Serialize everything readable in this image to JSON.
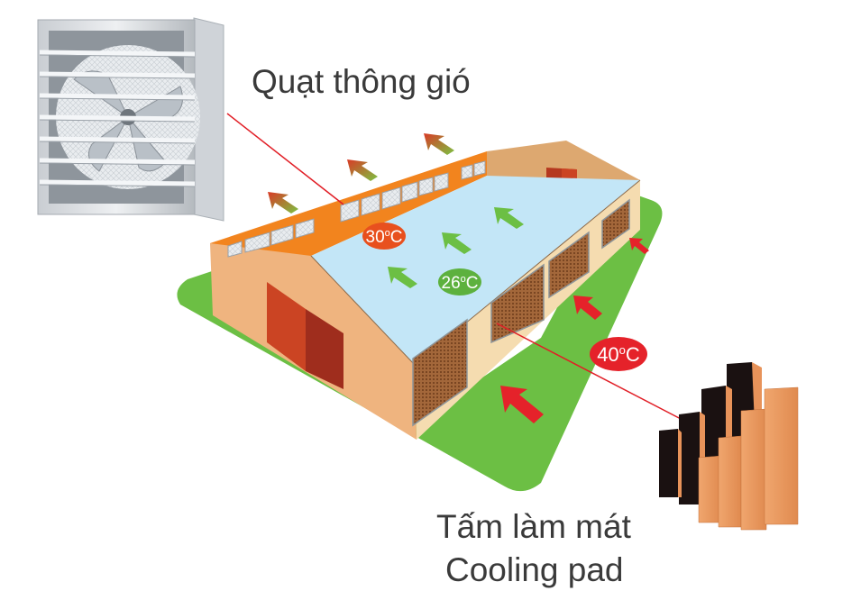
{
  "labels": {
    "fan": "Quạt thông gió",
    "pad_line1": "Tấm làm mát",
    "pad_line2": "Cooling pad"
  },
  "badges": [
    {
      "id": "inside-hot",
      "value": "30",
      "degree": "o",
      "unit": "C",
      "color": "#e8501e"
    },
    {
      "id": "inside-cool",
      "value": "26",
      "degree": "o",
      "unit": "C",
      "color": "#5db13e"
    },
    {
      "id": "outside",
      "value": "40",
      "degree": "o",
      "unit": "C",
      "color": "#e5222a"
    }
  ],
  "colors": {
    "grass": "#6cbf44",
    "wall": "#efb47f",
    "wall_light": "#f5dcb0",
    "roof_floor": "#c3e6f7",
    "fan_wall": "#f2841e",
    "door_light": "#cb4423",
    "door_dark": "#9f2d1d",
    "pad": "#a3673a",
    "leader_line": "#e11e26",
    "airflow_in": "#e5222a",
    "airflow_inside": "#6cbf44"
  },
  "icons": {
    "fan": "exhaust-fan-icon",
    "cooling_pad": "cooling-pad-icon",
    "arrow_inside": "green-airflow-arrow-icon",
    "arrow_exhaust": "exhaust-airflow-arrow-icon",
    "arrow_intake": "red-airflow-arrow-icon"
  }
}
